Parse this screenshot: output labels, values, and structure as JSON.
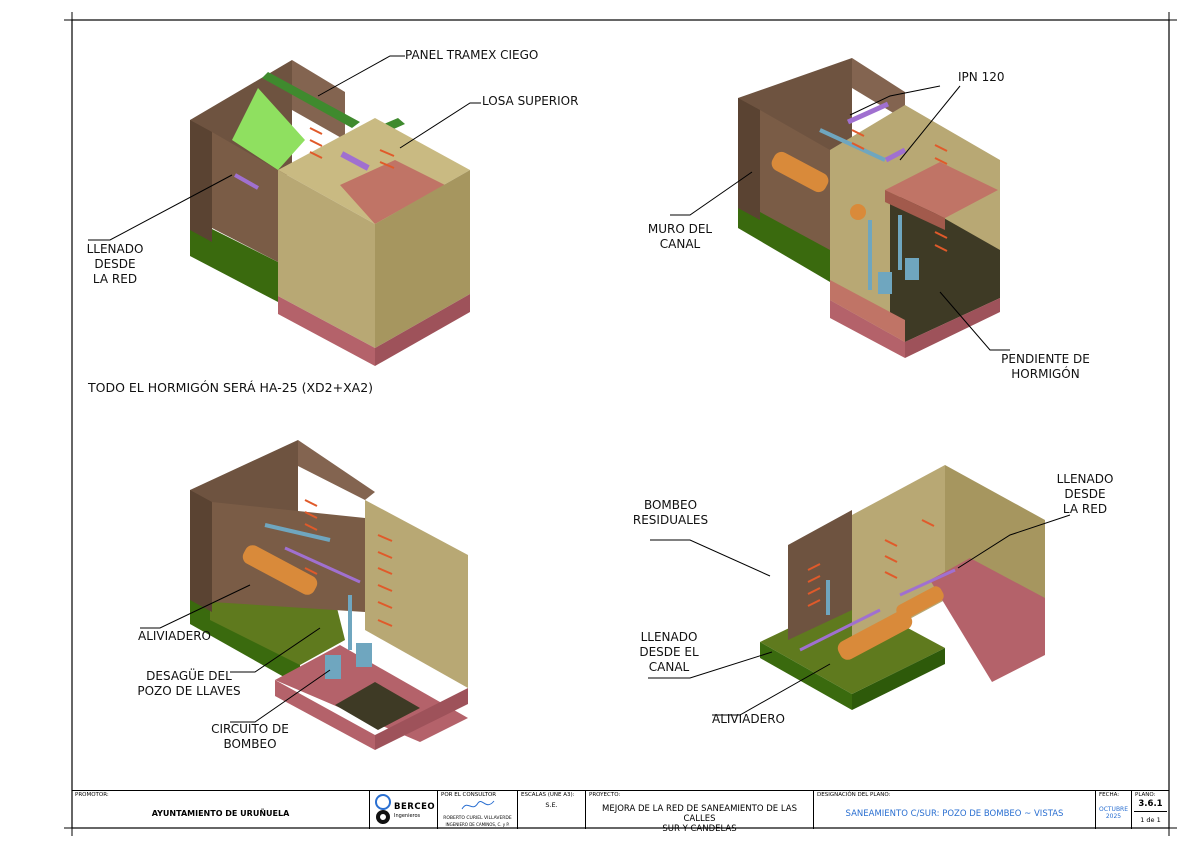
{
  "drawing": {
    "labels": {
      "panel_tramex": [
        "PANEL TRAMEX CIEGO"
      ],
      "losa_superior": [
        "LOSA SUPERIOR"
      ],
      "llenado_red_1": [
        "LLENADO",
        "DESDE",
        "LA RED"
      ],
      "ipn": [
        "IPN 120"
      ],
      "muro_canal": [
        "MURO DEL",
        "CANAL"
      ],
      "pendiente": [
        "PENDIENTE DE",
        "HORMIGÓN"
      ],
      "aliviadero_1": [
        "ALIVIADERO"
      ],
      "desague": [
        "DESAGÜE DEL",
        "POZO DE LLAVES"
      ],
      "circuito": [
        "CIRCUITO DE",
        "BOMBEO"
      ],
      "bombeo_residuales": [
        "BOMBEO",
        "RESIDUALES"
      ],
      "llenado_red_2": [
        "LLENADO",
        "DESDE",
        "LA RED"
      ],
      "llenado_canal": [
        "LLENADO",
        "DESDE EL",
        "CANAL"
      ],
      "aliviadero_2": [
        "ALIVIADERO"
      ]
    },
    "note": "TODO EL HORMIGÓN SERÁ HA-25 (XD2+XA2)"
  },
  "title_block": {
    "promotor_label": "PROMOTOR:",
    "promotor_value": "AYUNTAMIENTO DE URUÑUELA",
    "logo_text": "BERCEO",
    "logo_sub": "Ingenieros",
    "consultor_label": "POR EL CONSULTOR",
    "consultor_name": "ROBERTO CURIEL VILLAVERDE",
    "consultor_title": "INGENIERO DE CAMINOS, C. y P.",
    "escalas_label": "ESCALAS (UNE A3):",
    "escalas_value": "S.E.",
    "proyecto_label": "PROYECTO:",
    "proyecto_line1": "MEJORA DE LA RED DE SANEAMIENTO DE LAS CALLES",
    "proyecto_line2": "SUR Y CANDELAS",
    "designacion_label": "DESIGNACIÓN DEL PLANO:",
    "designacion_value": "SANEAMIENTO C/SUR: POZO DE BOMBEO ~ VISTAS",
    "fecha_label": "FECHA:",
    "fecha_month": "OCTUBRE",
    "fecha_year": "2025",
    "plano_label": "PLANO:",
    "plano_number": "3.6.1",
    "plano_sheet": "1 de 1"
  },
  "colors": {
    "wall_brown": "#6e5340",
    "concrete": "#b5a672",
    "slab_red": "#b4626a",
    "ground_green": "#5f7a1e",
    "tramex_green": "#8fe060",
    "pipe_orange": "#d98a3a",
    "pipe_blue": "#6fa6bf",
    "ipn_purple": "#a070d0",
    "accent_blue": "#2a6fd1"
  }
}
